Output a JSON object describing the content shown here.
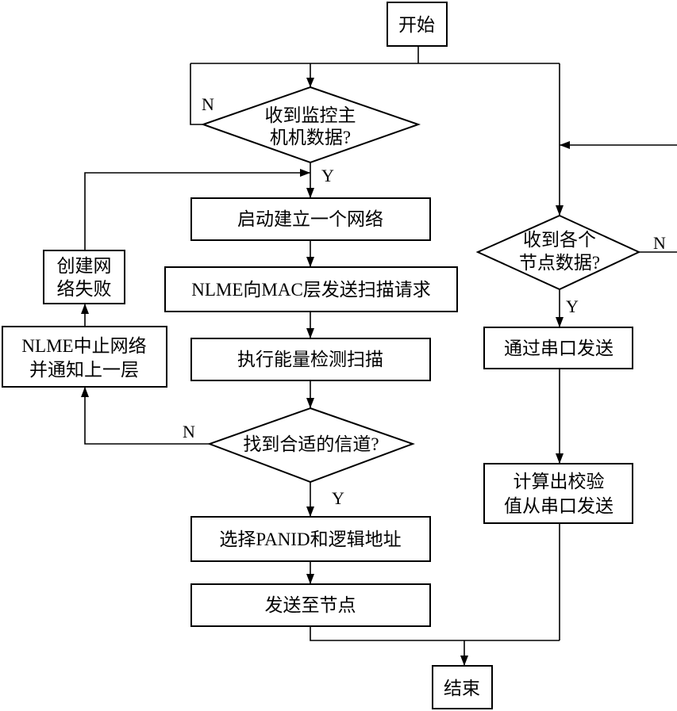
{
  "start": "开始",
  "end": "结束",
  "left_flow": {
    "decision_monitor": [
      "收到监控主",
      "机机数据?"
    ],
    "start_network": "启动建立一个网络",
    "nlme_scan": "NLME向MAC层发送扫描请求",
    "energy_scan": "执行能量检测扫描",
    "decision_channel": "找到合适的信道?",
    "select_panid": "选择PANID和逻辑地址",
    "send_node": "发送至节点",
    "abort_network": [
      "NLME中止网络",
      "并通知上一层"
    ],
    "create_failed": [
      "创建网",
      "络失败"
    ]
  },
  "right_flow": {
    "decision_nodes": [
      "收到各个",
      "节点数据?"
    ],
    "serial_send": "通过串口发送",
    "checksum_send": [
      "计算出校验",
      "值从串口发送"
    ]
  },
  "branch_labels": {
    "monitor_no": "N",
    "monitor_yes": "Y",
    "channel_no": "N",
    "channel_yes": "Y",
    "nodes_no": "N",
    "nodes_yes": "Y"
  }
}
